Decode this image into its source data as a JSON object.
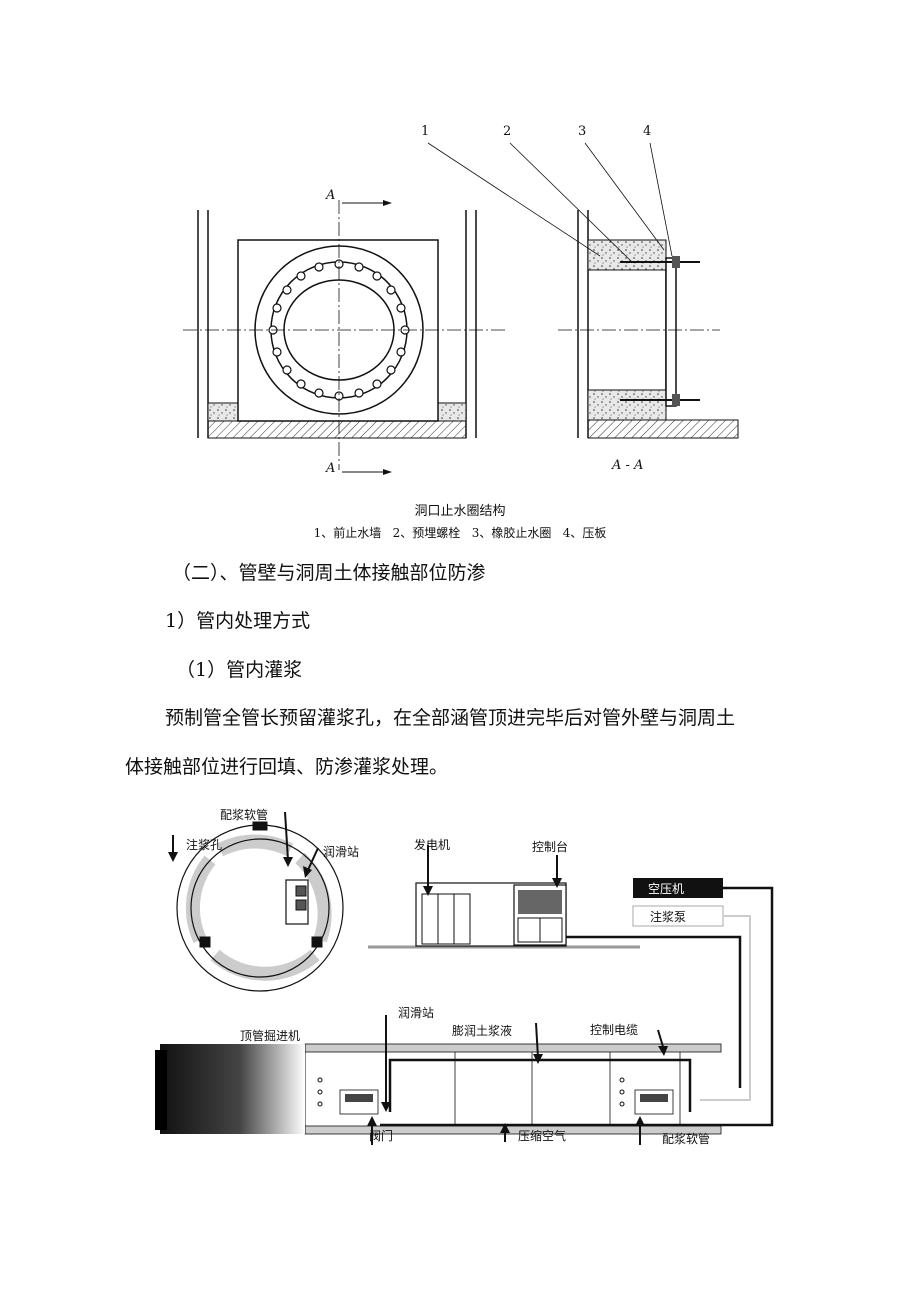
{
  "figure1": {
    "callouts": [
      "1",
      "2",
      "3",
      "4"
    ],
    "section_letter": "A",
    "section_label": "A - A",
    "caption_title": "洞口止水圈结构",
    "caption_legend": "1、前止水墙   2、预埋螺栓   3、橡胶止水圈   4、压板"
  },
  "section": {
    "heading": "（二）、管壁与洞周土体接触部位防渗",
    "sub1": "1）管内处理方式",
    "sub2": "（1）管内灌浆",
    "para_line1": "预制管全管长预留灌浆孔，在全部涵管顶进完毕后对管外壁与洞周土",
    "para_line2": "体接触部位进行回填、防渗灌浆处理。"
  },
  "figure2": {
    "labels": {
      "grout_hose_top": "配浆软管",
      "grout_hole": "注浆孔",
      "lube_station_top": "润滑站",
      "generator": "发电机",
      "console": "控制台",
      "compressor": "空压机",
      "grout_pump": "注浆泵",
      "tbm": "顶管掘进机",
      "lube_station": "润滑站",
      "bentonite": "膨润土浆液",
      "control_cable": "控制电缆",
      "valve": "阀门",
      "compressed_air": "压缩空气",
      "grout_hose_bottom": "配浆软管"
    }
  }
}
